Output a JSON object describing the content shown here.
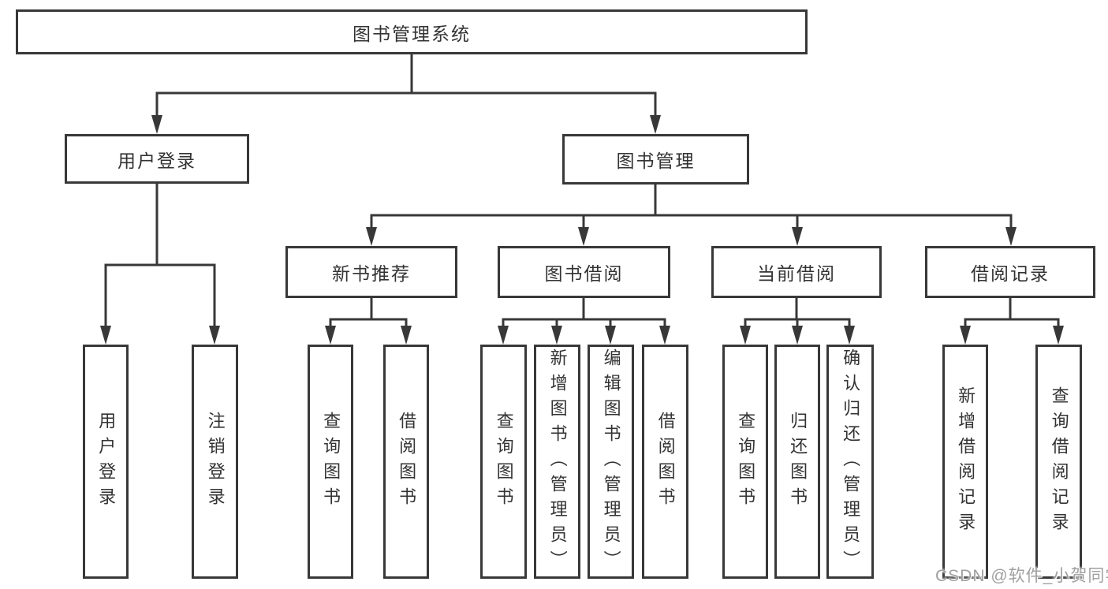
{
  "watermark": "CSDN @软件_小贺同学",
  "colors": {
    "line": "#383838",
    "text": "#333333",
    "watermark": "#a0a0a0",
    "background": "#ffffff"
  },
  "tree": {
    "root": {
      "label": "图书管理系统"
    },
    "branches": [
      {
        "label": "用户登录",
        "children": [
          {
            "label": "用户登录"
          },
          {
            "label": "注销登录"
          }
        ]
      },
      {
        "label": "图书管理",
        "children": [
          {
            "label": "新书推荐",
            "children": [
              {
                "label": "查询图书"
              },
              {
                "label": "借阅图书"
              }
            ]
          },
          {
            "label": "图书借阅",
            "children": [
              {
                "label": "查询图书"
              },
              {
                "label": "新增图书（管理员）"
              },
              {
                "label": "编辑图书（管理员）"
              },
              {
                "label": "借阅图书"
              }
            ]
          },
          {
            "label": "当前借阅",
            "children": [
              {
                "label": "查询图书"
              },
              {
                "label": "归还图书"
              },
              {
                "label": "确认归还（管理员）"
              }
            ]
          },
          {
            "label": "借阅记录",
            "children": [
              {
                "label": "新增借阅记录"
              },
              {
                "label": "查询借阅记录"
              }
            ]
          }
        ]
      }
    ]
  }
}
